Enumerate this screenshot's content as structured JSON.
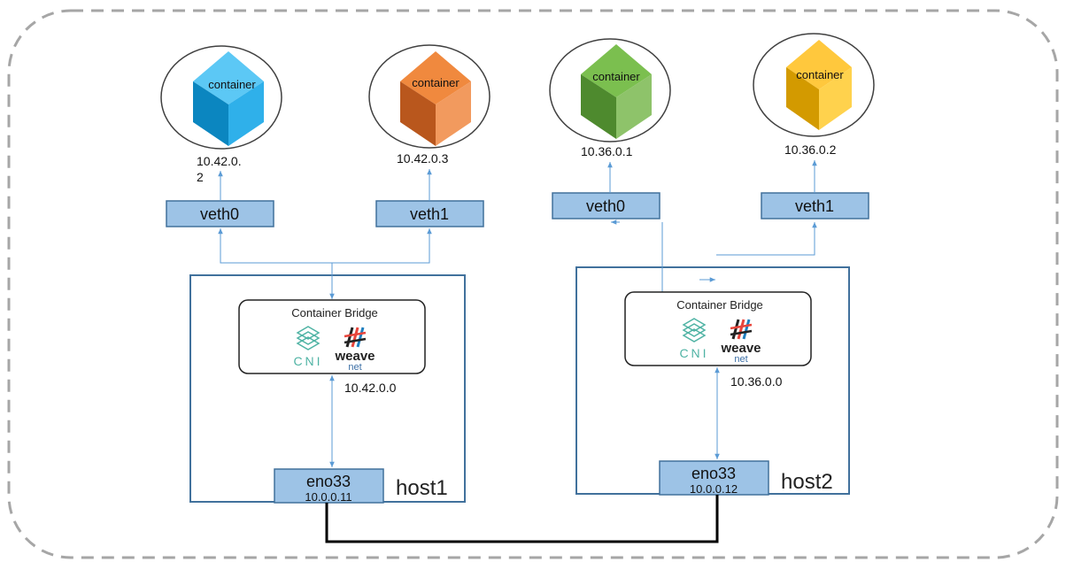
{
  "diagram": {
    "hosts": [
      {
        "name": "host1",
        "containers": [
          {
            "label": "container",
            "ip_line1": "10.42.0.",
            "ip_line2": "2",
            "color": "#1ba0d8"
          },
          {
            "label": "container",
            "ip_line1": "10.42.0.3",
            "ip_line2": "",
            "color": "#e8782f"
          }
        ],
        "veths": [
          "veth0",
          "veth1"
        ],
        "bridge": {
          "title": "Container Bridge",
          "cni_label": "CNI",
          "weave_label": "weave",
          "weave_sub": "net",
          "subnet": "10.42.0.0"
        },
        "nic": {
          "name": "eno33",
          "ip": "10.0.0.11"
        }
      },
      {
        "name": "host2",
        "containers": [
          {
            "label": "container",
            "ip_line1": "10.36.0.1",
            "ip_line2": "",
            "color": "#6aa842"
          },
          {
            "label": "container",
            "ip_line1": "10.36.0.2",
            "ip_line2": "",
            "color": "#f3b800"
          }
        ],
        "veths": [
          "veth0",
          "veth1"
        ],
        "bridge": {
          "title": "Container Bridge",
          "cni_label": "CNI",
          "weave_label": "weave",
          "weave_sub": "net",
          "subnet": "10.36.0.0"
        },
        "nic": {
          "name": "eno33",
          "ip": "10.0.0.12"
        }
      }
    ],
    "colors": {
      "border_dashed": "#a6a6a6",
      "host_border": "#41719c",
      "veth_fill": "#9dc3e6",
      "veth_border": "#41719c",
      "arrow": "#5b9bd5",
      "link": "#000000",
      "cni": "#4fb3a4",
      "weave_text": "#222222"
    }
  }
}
